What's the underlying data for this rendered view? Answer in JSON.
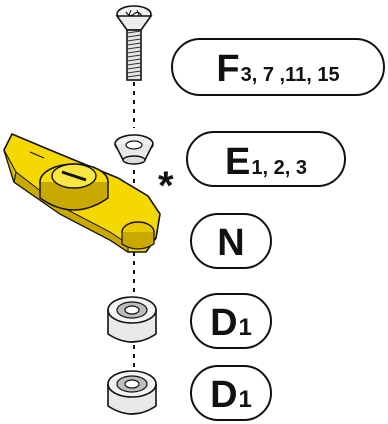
{
  "callouts": {
    "screw": {
      "letter": "F",
      "numbers": "3, 7 ,11, 15"
    },
    "washer": {
      "letter": "E",
      "numbers": "1, 2, 3"
    },
    "arm": {
      "letter": "N"
    },
    "bearing_top": {
      "letter": "D",
      "numbers": "1"
    },
    "bearing_bottom": {
      "letter": "D",
      "numbers": "1"
    }
  },
  "note_marker": "*",
  "colors": {
    "highlight_part": "#f5d800",
    "highlight_shadow": "#c9a800",
    "outline": "#111111"
  }
}
